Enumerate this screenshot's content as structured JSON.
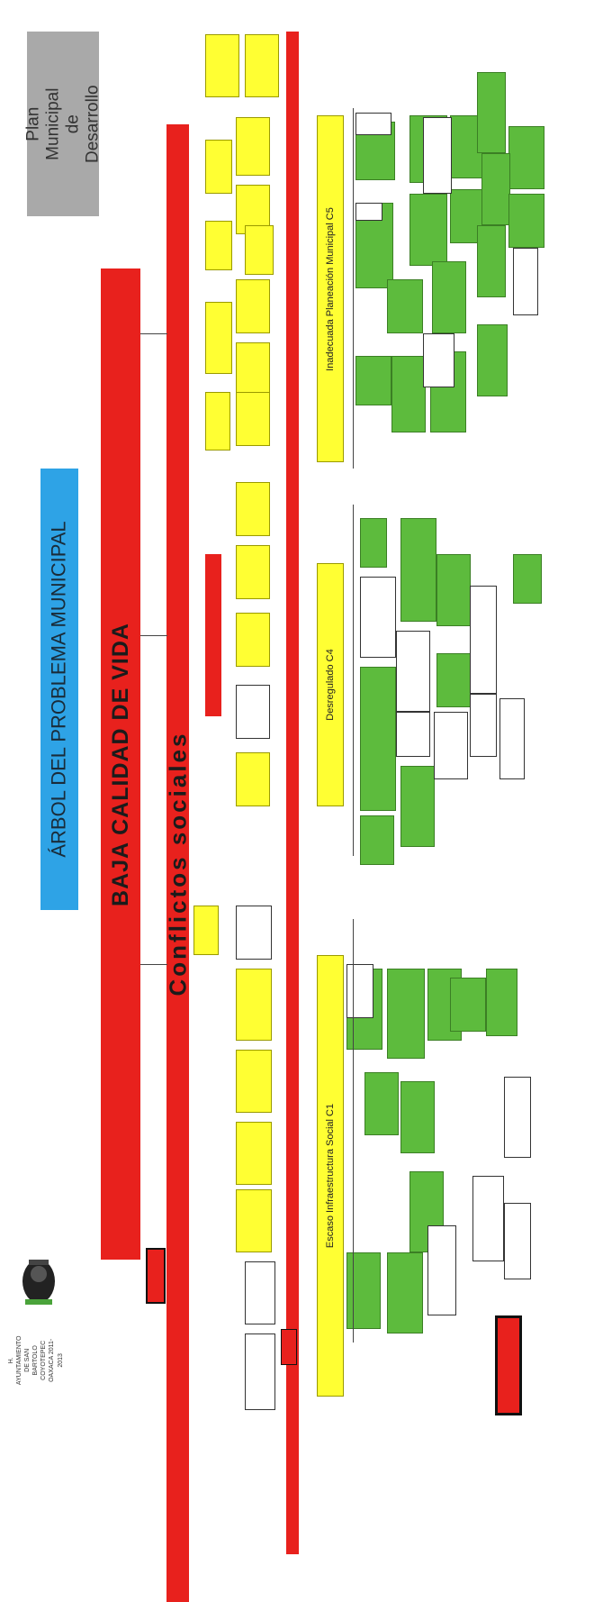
{
  "header": {
    "plan_title": "Plan Municipal de Desarrollo",
    "tree_title": "ÁRBOL DEL PROBLEMA MUNICIPAL",
    "root_problem": "BAJA CALIDAD DE VIDA",
    "main_cause": "Conflictos sociales"
  },
  "categories": [
    {
      "label": "Escaso Infraestructura Social C1"
    },
    {
      "label": "Desregulado C4"
    },
    {
      "label": "Inadecuada Planeación Municipal C5"
    }
  ],
  "institution": {
    "text": "H. AYUNTAMIENTO DE SAN BARTOLO COYOTEPEC OAXACA 2011-2013"
  },
  "colors": {
    "title_box": "#a9a9a9",
    "main_title": "#2ea3e6",
    "problem_red": "#e8211d",
    "cause_yellow": "#ffff33",
    "effect_green": "#5dbb3d",
    "neutral_white": "#ffffff"
  },
  "icons": [
    "logo-icon"
  ]
}
